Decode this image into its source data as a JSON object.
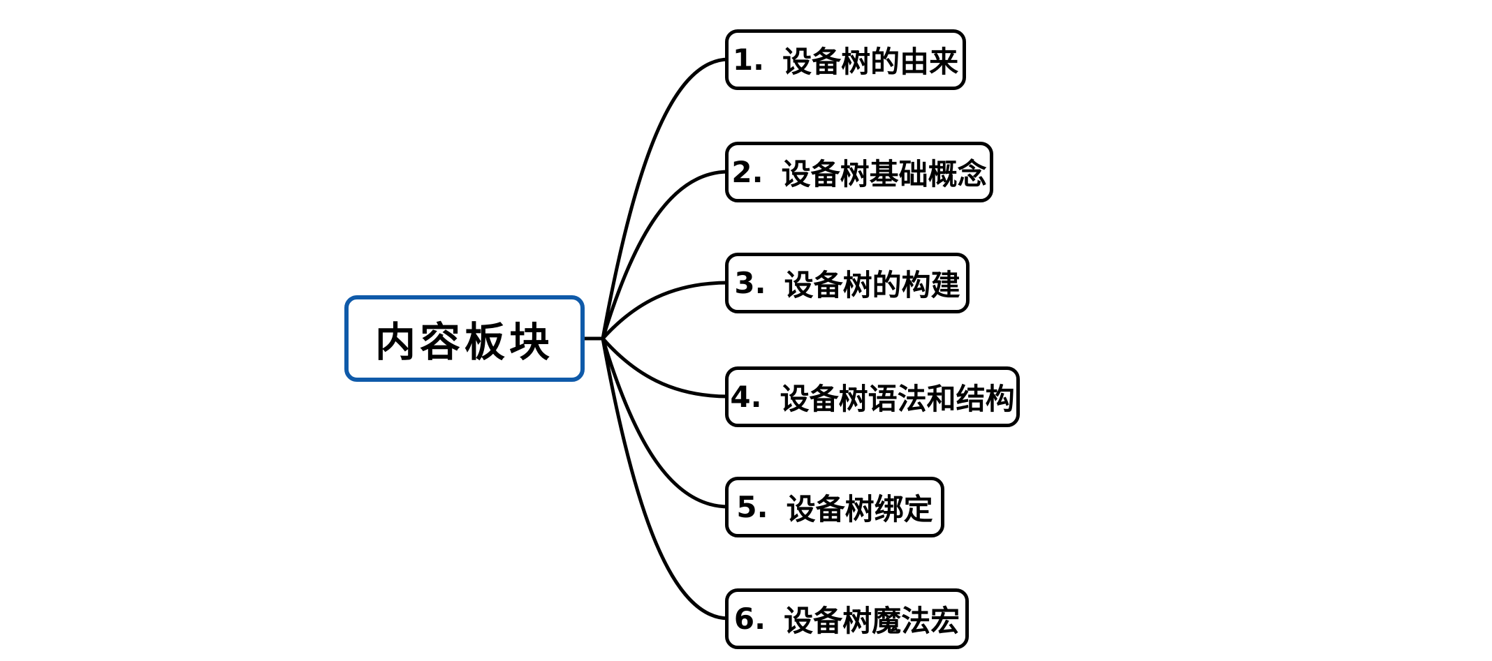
{
  "diagram": {
    "type": "mindmap",
    "root": {
      "label": "内容板块"
    },
    "branches": [
      {
        "number": "1.",
        "label": "设备树的由来"
      },
      {
        "number": "2.",
        "label": "设备树基础概念"
      },
      {
        "number": "3.",
        "label": "设备树的构建"
      },
      {
        "number": "4.",
        "label": "设备树语法和结构"
      },
      {
        "number": "5.",
        "label": "设备树绑定"
      },
      {
        "number": "6.",
        "label": "设备树魔法宏"
      }
    ],
    "colors": {
      "background": "#ffffff",
      "root_border": "#0f5aa9",
      "branch_border": "#000000",
      "connector": "#000000",
      "text": "#000000"
    }
  }
}
